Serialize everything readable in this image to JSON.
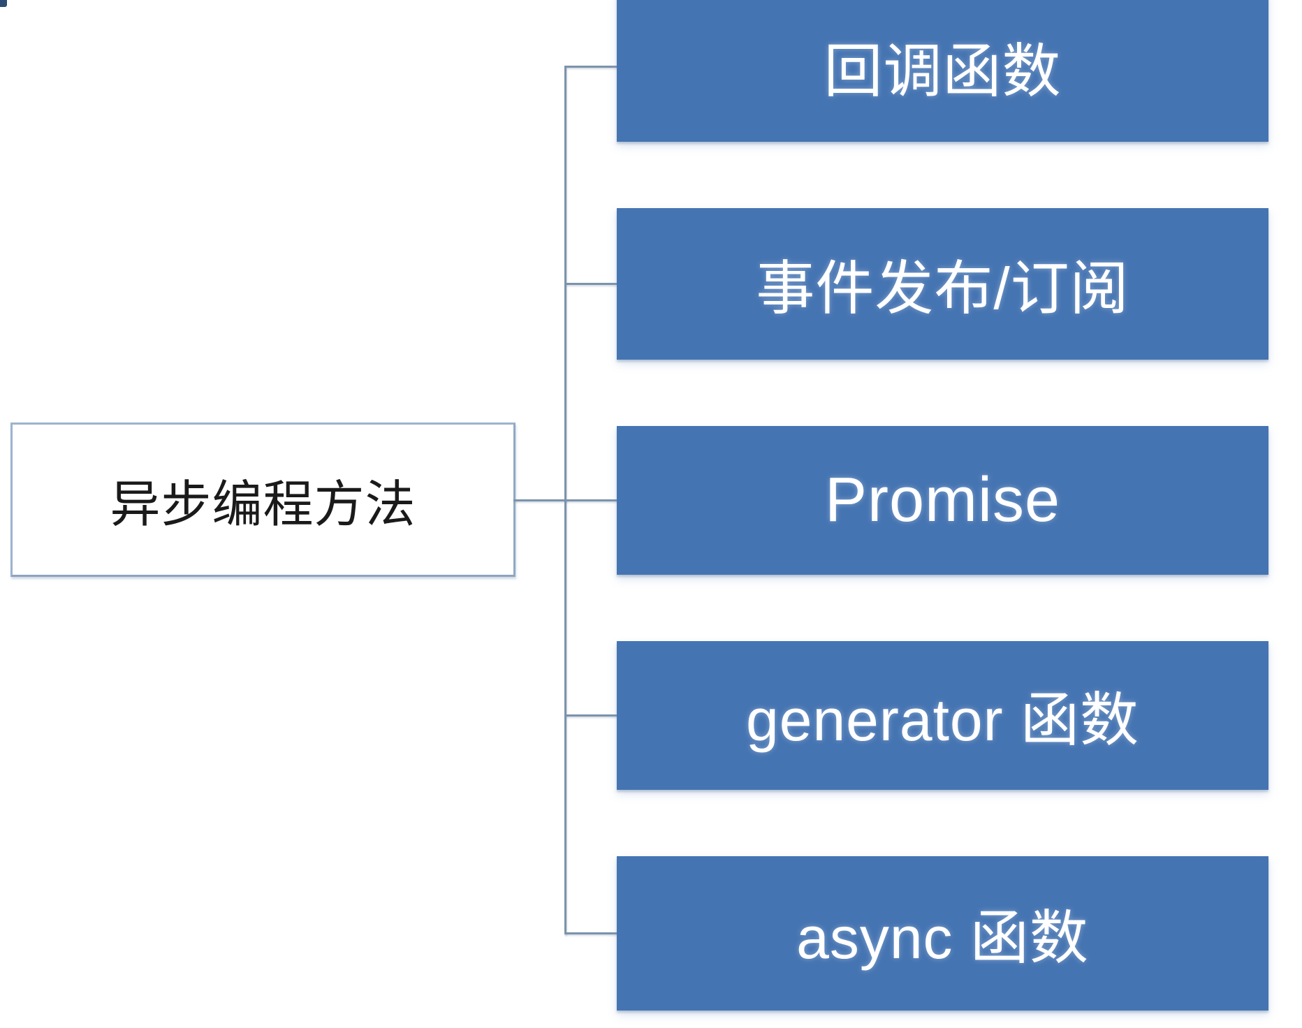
{
  "diagram": {
    "type": "hierarchy",
    "root": {
      "label": "异步编程方法"
    },
    "children": [
      {
        "label": "回调函数"
      },
      {
        "label": "事件发布/订阅"
      },
      {
        "label": "Promise"
      },
      {
        "label": "generator 函数"
      },
      {
        "label": "async 函数"
      }
    ]
  },
  "colors": {
    "background": "#ffffff",
    "child_fill": "#4574b2",
    "child_text": "#ffffff",
    "root_fill": "#ffffff",
    "root_border": "#9cb3ce",
    "root_text": "#1a1a1a",
    "connector": "#7b93ac",
    "corner_fragment": "#2b4b74"
  }
}
